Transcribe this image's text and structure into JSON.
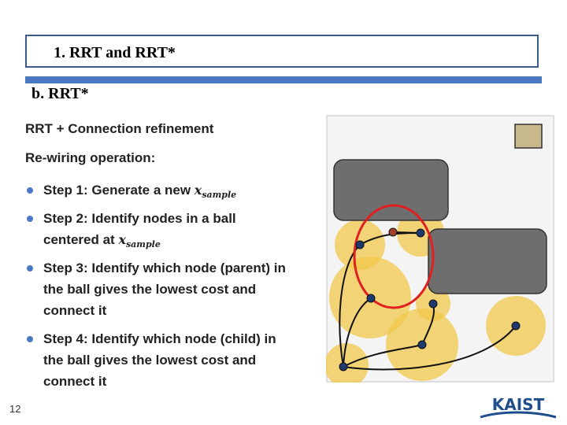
{
  "slide": {
    "section_title": "1. RRT and RRT*",
    "subtitle": "b. RRT*",
    "heading1": "RRT + Connection refinement",
    "heading2": "Re-wiring operation:",
    "steps": [
      {
        "line1": "Step 1: Generate a new ",
        "math": "x",
        "math_sub": "sample"
      },
      {
        "line1": "Step 2: Identify nodes in a ball",
        "line2": "centered at ",
        "math": "x",
        "math_sub": "sample"
      },
      {
        "line1": "Step 3: Identify which node (parent) in",
        "line2": "the ball gives the lowest cost and",
        "line3": "connect it"
      },
      {
        "line1": "Step 4: Identify which node  (child) in",
        "line2": "the ball gives the lowest cost and",
        "line3": "connect it"
      }
    ],
    "page_number": "12",
    "logo_text": "KAIST"
  },
  "colors": {
    "accent_blue": "#4a78c2",
    "title_border": "#3c5a8c",
    "obstacle": "#6e6e6e",
    "goal": "#c8b98a",
    "ball": "#f2c84b",
    "node": "#1f3a6e",
    "new_node": "#a0422a",
    "highlight_circle": "#e02020",
    "logo": "#1f4e8c"
  }
}
